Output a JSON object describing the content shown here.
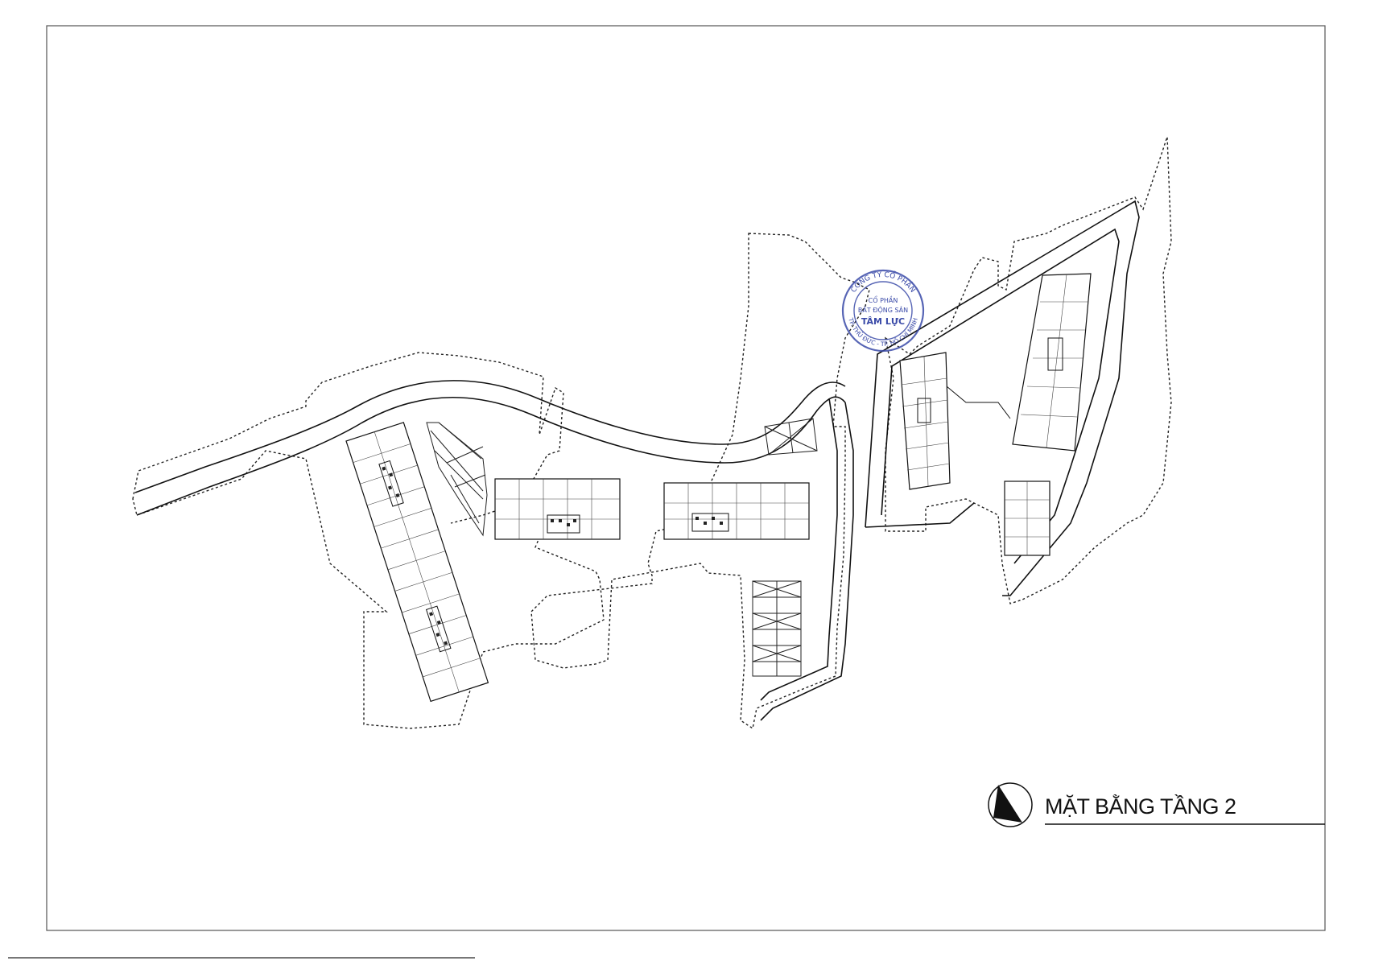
{
  "drawing": {
    "title": "MẶT BẰNG TẦNG 2",
    "line_color": "#111111",
    "stamp_color": "#3a4aa8"
  },
  "stamp": {
    "ring_top": "CÔNG TY CỔ PHẦN",
    "center_line1": "CỔ PHẦN",
    "center_line2": "BẤT ĐỘNG SẢN",
    "center_line3": "TÂM LỰC",
    "ring_bottom": "TP. THỦ ĐỨC - TP. HỒ CHÍ MINH"
  }
}
